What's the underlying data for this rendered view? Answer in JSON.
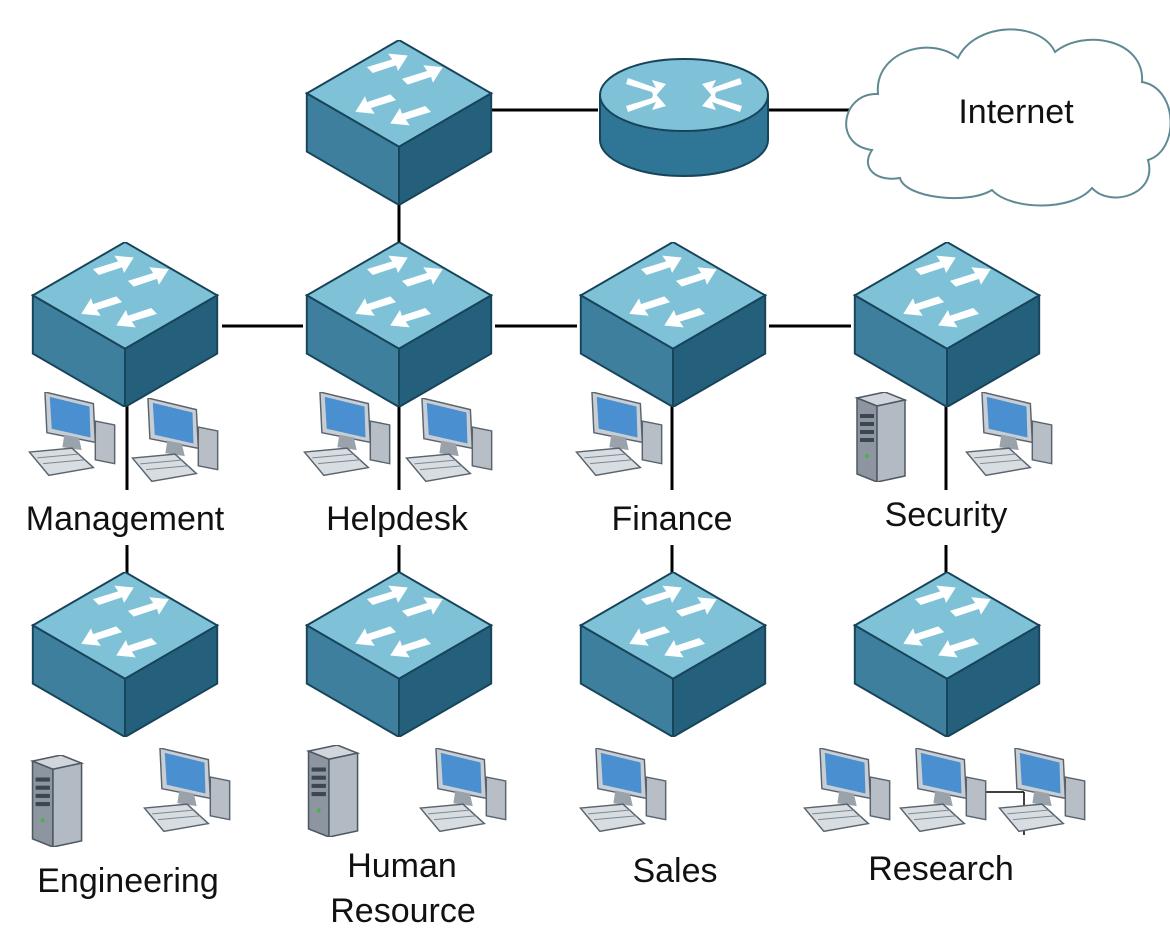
{
  "colors": {
    "device_top": "#7fc2d8",
    "device_top_edge": "#4f8fa8",
    "device_front": "#3d7f9c",
    "device_side": "#24607c",
    "device_edge": "#17445a",
    "arrow": "#ffffff",
    "cloud_stroke": "#5f8a94",
    "link": "#000000",
    "screen": "#4a8fd0",
    "monitor_body": "#c9ced4",
    "server_body": "#a9b1ba"
  },
  "icons": {
    "switch": "switch-icon",
    "router": "router-icon",
    "cloud": "cloud-icon",
    "pc": "pc-icon",
    "server": "server-icon"
  },
  "labels": {
    "internet": "Internet",
    "management": "Management",
    "helpdesk": "Helpdesk",
    "finance": "Finance",
    "security": "Security",
    "engineering": "Engineering",
    "human_resource_line1": "Human",
    "human_resource_line2": "Resource",
    "sales": "Sales",
    "research": "Research"
  }
}
